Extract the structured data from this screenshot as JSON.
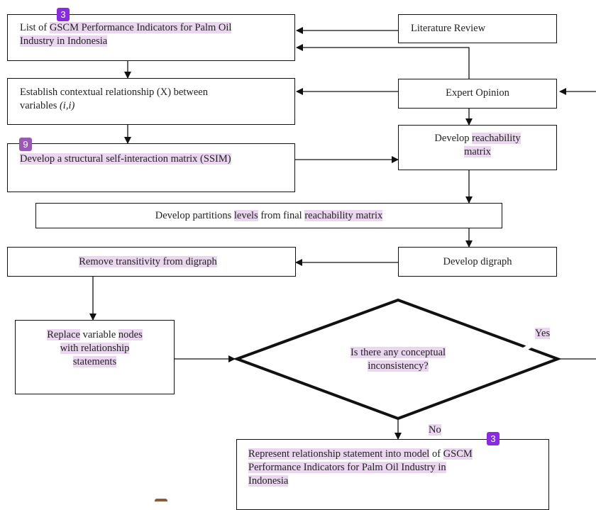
{
  "nodes": {
    "list_indicators": {
      "pre": "List of ",
      "hl": "GSCM Performance Indicators for Palm Oil",
      "line2": "Industry in Indonesia"
    },
    "literature_review": "Literature Review",
    "establish": {
      "line1": "Establish contextual relationship (X) between",
      "line2_pre": "variables ",
      "line2_it": "(i,i)"
    },
    "expert_opinion": "Expert Opinion",
    "develop_ssim": "Develop a structural self-interaction matrix (SSIM)",
    "develop_reach": {
      "pre": "Develop ",
      "hl1": "reachability",
      "hl2": "matrix"
    },
    "partitions": {
      "a": "Develop partitions ",
      "b": "levels",
      "c": " from final ",
      "d": "reachability matrix"
    },
    "remove": "Remove transitivity from digraph",
    "digraph": "Develop digraph",
    "replace": {
      "a": "Replace",
      "b": " variable ",
      "c": "nodes",
      "d": "with relationship",
      "e": "statements"
    },
    "decision": {
      "line1": "Is there any conceptual",
      "line2": "inconsistency?"
    },
    "represent": {
      "a": "Represent relationship statement into model",
      "b": " of ",
      "c": "GSCM",
      "d": "Performance Indicators for Palm Oil Industry in",
      "e": "Indonesia"
    }
  },
  "edge_labels": {
    "yes": "Yes",
    "no": "No"
  },
  "badges": [
    {
      "text": "3",
      "color": "#8a2be2"
    },
    {
      "text": "9",
      "color": "#9b59b6"
    },
    {
      "text": "3",
      "color": "#8a2be2"
    }
  ],
  "colors": {
    "highlight": "#ead6ef",
    "line": "#111111"
  }
}
